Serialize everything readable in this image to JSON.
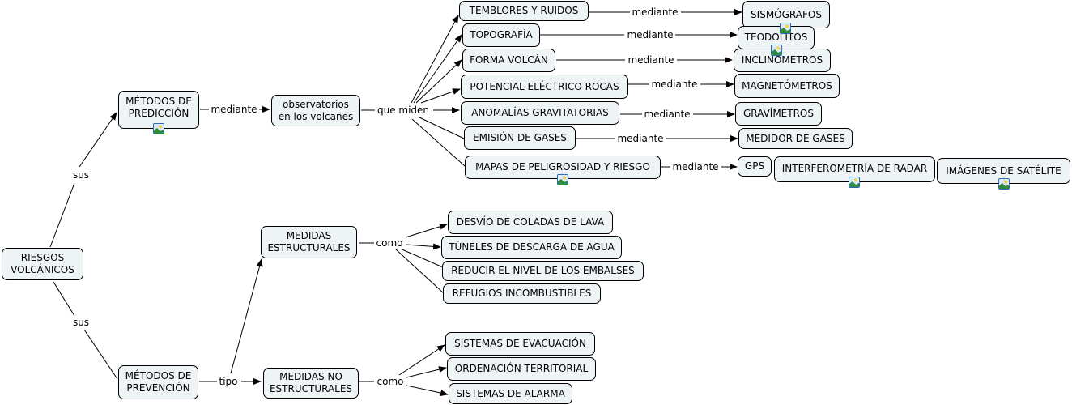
{
  "diagram": {
    "type": "concept-map",
    "colors": {
      "node_fill": "#eef3f6",
      "node_border": "#000000",
      "line": "#000000",
      "image_icon_border": "#2a6ab8"
    },
    "nodes": {
      "riesgos": "RIESGOS\nVOLCÁNICOS",
      "prediccion": "MÉTODOS DE\nPREDICCIÓN",
      "prevencion": "MÉTODOS DE\nPREVENCIÓN",
      "observatorios": "observatorios\nen los volcanes",
      "temblores": "TEMBLORES Y RUIDOS",
      "topografia": "TOPOGRAFÍA",
      "forma": "FORMA VOLCÁN",
      "potencial": "POTENCIAL ELÉCTRICO ROCAS",
      "anomalias": "ANOMALÍAS GRAVITATORIAS",
      "emision": "EMISIÓN DE GASES",
      "mapas": "MAPAS DE PELIGROSIDAD Y RIESGO",
      "sismografos": "SISMÓGRAFOS",
      "teodolitos": "TEODOLITOS",
      "inclinometros": "INCLINÓMETROS",
      "magnetometros": "MAGNETÓMETROS",
      "gravimetros": "GRAVÍMETROS",
      "medidor": "MEDIDOR DE GASES",
      "gps": "GPS",
      "interferometria": "INTERFEROMETRÍA DE RADAR",
      "satelite": "IMÁGENES DE SATÉLITE",
      "estructurales": "MEDIDAS\nESTRUCTURALES",
      "noestructurales": "MEDIDAS NO\nESTRUCTURALES",
      "desvio": "DESVÍO DE COLADAS DE LAVA",
      "tuneles": "TÚNELES DE DESCARGA DE AGUA",
      "reducir": "REDUCIR EL NIVEL DE LOS EMBALSES",
      "refugios": "REFUGIOS INCOMBUSTIBLES",
      "evacuacion": "SISTEMAS DE EVACUACIÓN",
      "ordenacion": "ORDENACIÓN TERRITORIAL",
      "alarma": "SISTEMAS DE ALARMA"
    },
    "links": {
      "sus_pred": "sus",
      "sus_prev": "sus",
      "mediante_obs": "mediante",
      "que_miden": "que miden",
      "tipo": "tipo",
      "como_est": "como",
      "como_noest": "como",
      "med1": "mediante",
      "med2": "mediante",
      "med3": "mediante",
      "med4": "mediante",
      "med5": "mediante",
      "med6": "mediante",
      "med7": "mediante"
    },
    "image_icon": "image-attachment-icon"
  }
}
